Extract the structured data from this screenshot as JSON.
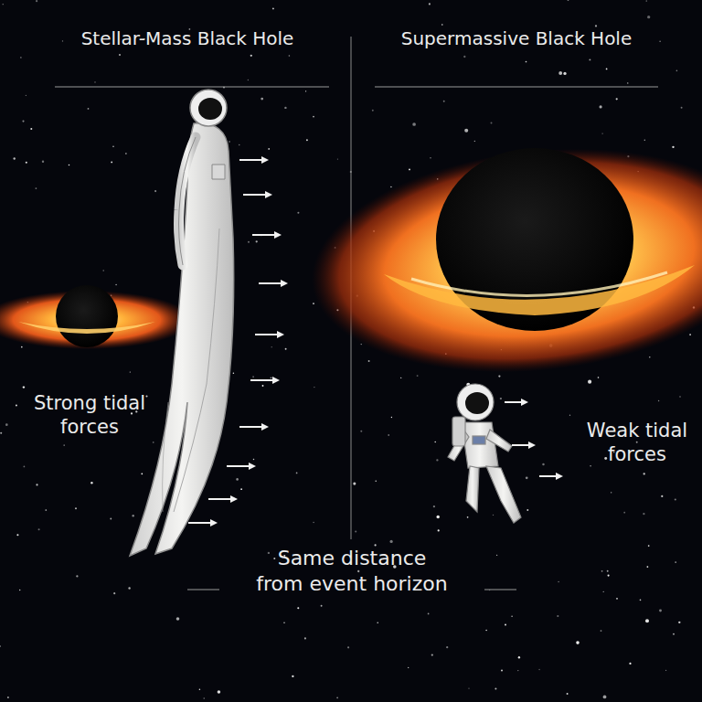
{
  "diagram": {
    "labels": [
      "Stellar-Mass Black Hole",
      "Supermassive Black Hole",
      "Strong tidal forces",
      "Weak tidal forces",
      "Same distance from event horizon"
    ]
  }
}
